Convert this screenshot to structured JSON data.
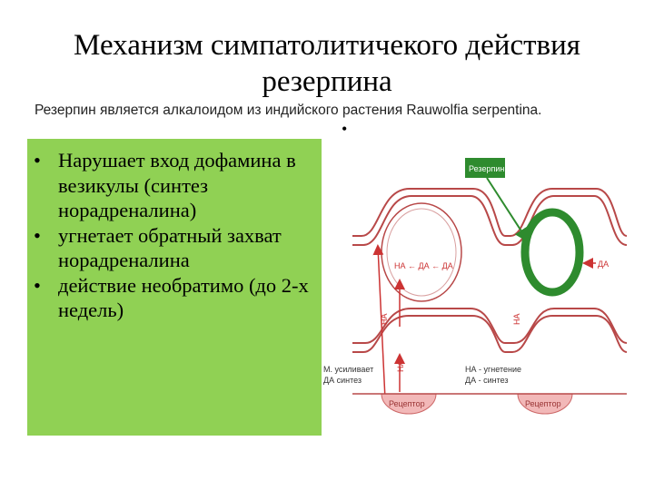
{
  "slide": {
    "title_line1": "Механизм симпатолитичекого действия",
    "title_line2": "резерпина",
    "subtitle": "Резерпин является алкалоидом из индийского растения Rauwolfia serpentina.",
    "orphan_bullet": "•",
    "bullets": [
      "Нарушает вход дофамина в везикулы (синтез норадреналина)",
      "угнетает обратный захват норадреналина",
      "действие необратимо (до 2-х недель)"
    ]
  },
  "diagram": {
    "drug_label": "Резерпин",
    "ne_label": "НА",
    "da_label": "ДА",
    "left_panel": {
      "pathway_label": "НА ← ДА ← ДА",
      "note_line1": "М. усиливает",
      "note_line2": "ДА синтез"
    },
    "right_panel": {
      "note_line1": "НА - угнетение",
      "note_line2": "ДА - синтез"
    },
    "receptor_label": "Рецептор",
    "colors": {
      "membrane": "#b84848",
      "vesicle": "#2e8b2e",
      "arrow": "#cc3333",
      "receptor": "#f2b8b8",
      "drug_box": "#2e8b2e"
    }
  }
}
